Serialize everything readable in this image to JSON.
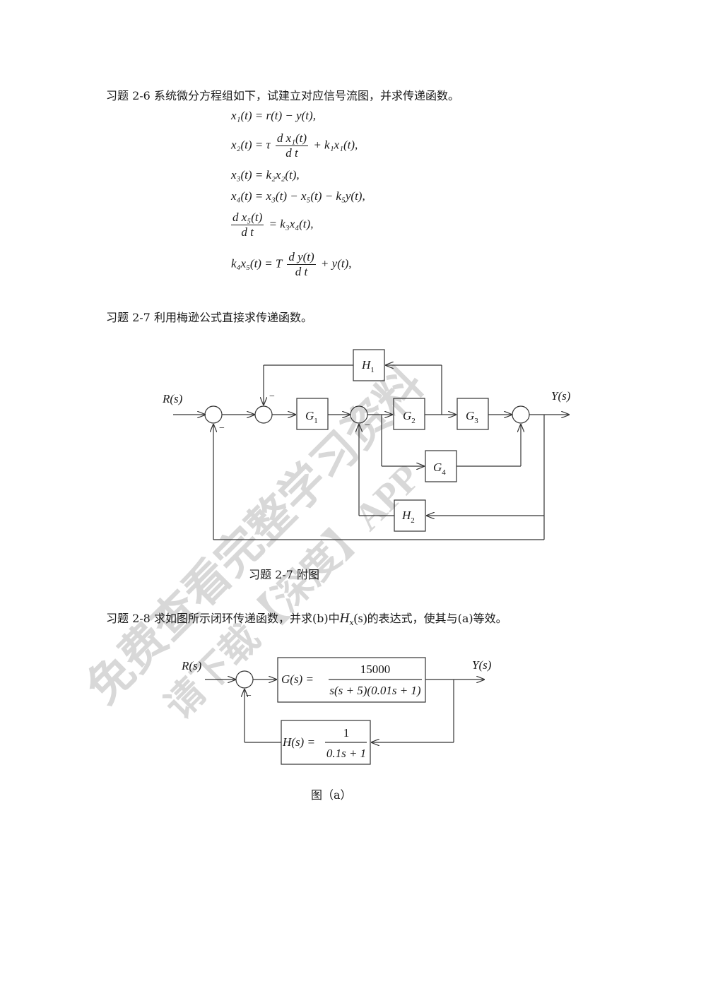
{
  "problem_2_6": {
    "heading": "习题 2-6  系统微分方程组如下，试建立对应信号流图，并求传递函数。",
    "eq1": "x₁(t) = r(t) − y(t),",
    "eq2_lhs": "x₂(t) = τ",
    "eq2_num": "d x₁(t)",
    "eq2_den": "d t",
    "eq2_rhs": "+ k₁x₁(t),",
    "eq3": "x₃(t) = k₂x₂(t),",
    "eq4": "x₄(t) = x₃(t) − x₅(t) − k₅y(t),",
    "eq5_num": "d x₅(t)",
    "eq5_den": "d t",
    "eq5_rhs": "= k₃x₄(t),",
    "eq6_lhs": "k₄x₅(t) = T",
    "eq6_num": "d y(t)",
    "eq6_den": "d t",
    "eq6_rhs": "+ y(t),"
  },
  "problem_2_7": {
    "heading": "习题 2-7  利用梅逊公式直接求传递函数。",
    "caption": "习题 2-7 附图",
    "diagram": {
      "input": "R(s)",
      "output": "Y(s)",
      "blocks": [
        "G",
        "G",
        "G",
        "G",
        "H",
        "H"
      ],
      "block_subs": [
        "1",
        "2",
        "3",
        "4",
        "1",
        "2"
      ],
      "minus": "−"
    }
  },
  "problem_2_8": {
    "heading_a": "习题 2-8  求如图所示闭环传递函数，并求(b)中",
    "heading_hx": "H",
    "heading_hx_sub": "x",
    "heading_hx_arg": "(s)",
    "heading_b": "的表达式，使其与(a)等效。",
    "caption": "图（a）",
    "diagram": {
      "input": "R(s)",
      "output": "Y(s)",
      "g_label": "G(s) =",
      "g_num": "15000",
      "g_den": "s(s + 5)(0.01s + 1)",
      "h_label": "H(s) =",
      "h_num": "1",
      "h_den": "0.1s + 1",
      "minus": "−"
    }
  },
  "watermark": {
    "line1": "免费查看完整学习资料",
    "line2": "请下载【深度】APP"
  }
}
